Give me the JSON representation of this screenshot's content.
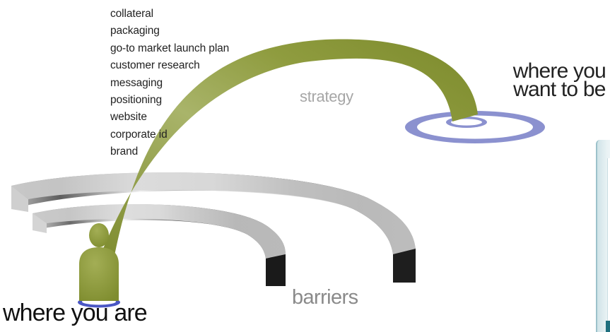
{
  "deliverables": [
    "collateral",
    "packaging",
    "go-to market launch plan",
    "customer research",
    "messaging",
    "positioning",
    "website",
    "corporate id",
    "brand"
  ],
  "labels": {
    "strategy": "strategy",
    "barriers": "barriers",
    "target_line1": "where you",
    "target_line2": "want to be",
    "origin": "where you are"
  },
  "colors": {
    "arrow": "#8c9a3a",
    "person": "#8c9a3a",
    "target_ring": "#8b91cf",
    "barrier_dark": "#111111",
    "barrier_light": "#e8e8e8"
  }
}
